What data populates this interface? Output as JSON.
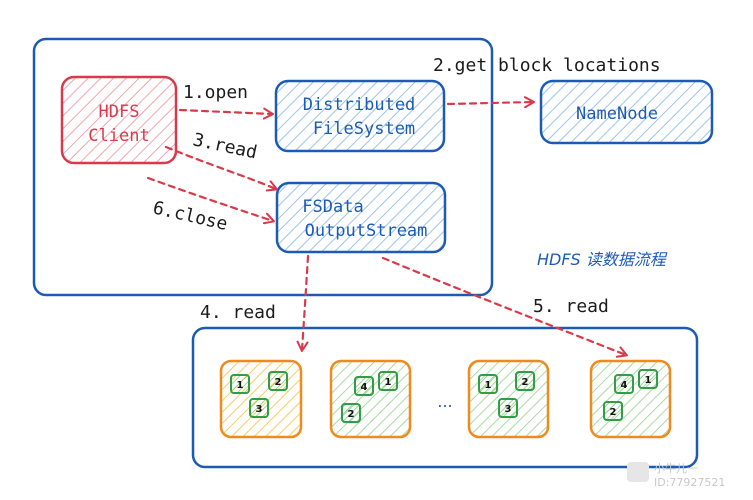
{
  "nodes": {
    "client": {
      "line1": "HDFS",
      "line2": "Client"
    },
    "dfs": {
      "line1": "Distributed",
      "line2": "FileSystem"
    },
    "namenode": {
      "label": "NameNode"
    },
    "stream": {
      "line1": "FSData",
      "line2": "OutputStream"
    }
  },
  "edges": {
    "open": "1.open",
    "get_locations": "2.get block locations",
    "read3": "3.read",
    "read4": "4. read",
    "read5": "5. read",
    "close": "6.close"
  },
  "caption": "HDFS 读数据流程",
  "datanodes": {
    "ellipsis": "...",
    "groups": [
      {
        "blocks": [
          "1",
          "2",
          "3"
        ]
      },
      {
        "blocks": [
          "4",
          "1",
          "2"
        ]
      },
      {
        "blocks": [
          "1",
          "2",
          "3"
        ]
      },
      {
        "blocks": [
          "4",
          "1",
          "2"
        ]
      }
    ]
  },
  "colors": {
    "red": "#d93a49",
    "blue": "#1c5bb5",
    "orange": "#f08a1c",
    "green": "#2f9e44",
    "hatch_red": "#f2a6ad",
    "hatch_blue": "#9cc4ef",
    "hatch_yellow": "#f5cf63",
    "hatch_green": "#a7dca0"
  },
  "watermark": {
    "line1": "小牛儿一",
    "line2": "ID:77927521"
  }
}
